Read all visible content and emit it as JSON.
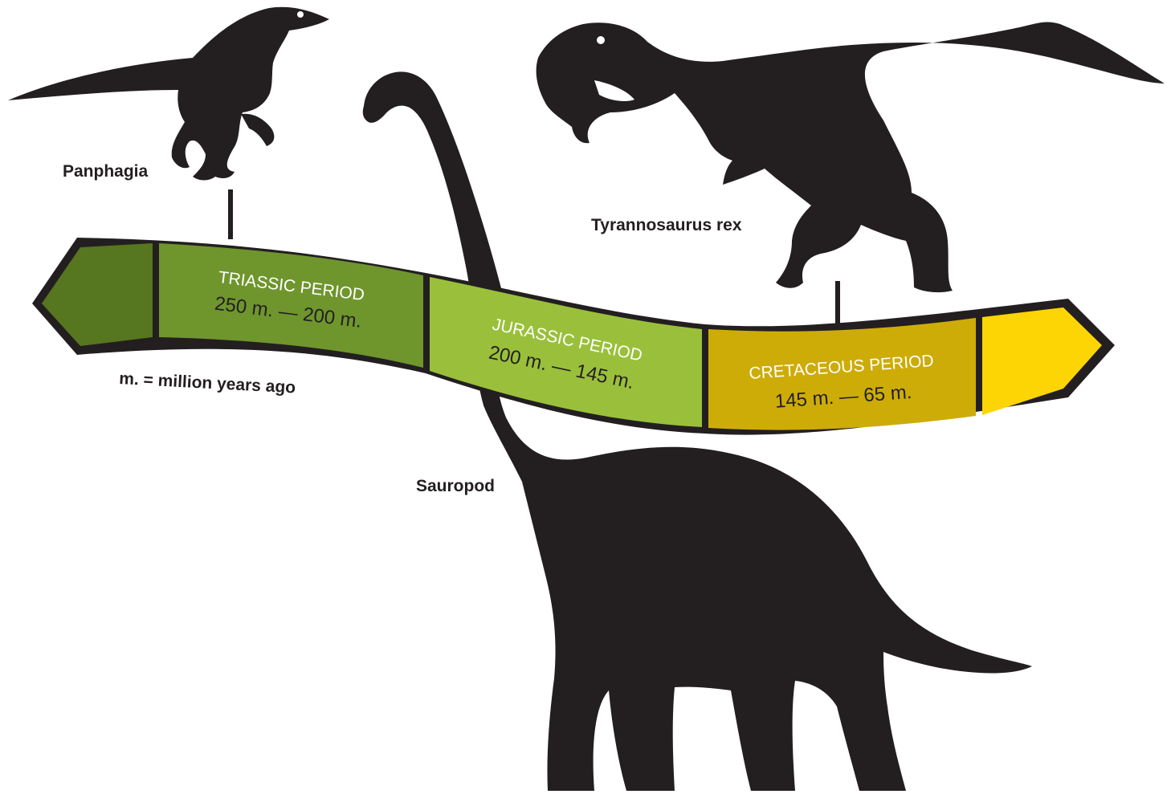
{
  "colors": {
    "silhouette": "#231f20",
    "pre_triassic": "#56761f",
    "triassic": "#6f952d",
    "jurassic": "#9ac03b",
    "cretaceous": "#cdac08",
    "post_cretaceous": "#fdd504",
    "outline": "#231f20",
    "period_name_text": "#ffffff",
    "label_text": "#231f20"
  },
  "timeline": {
    "periods": [
      {
        "name": "TRIASSIC PERIOD",
        "range": "250 m. — 200 m."
      },
      {
        "name": "JURASSIC PERIOD",
        "range": "200 m. — 145 m."
      },
      {
        "name": "CRETACEOUS PERIOD",
        "range": "145 m. — 65 m."
      }
    ],
    "legend": "m. = million years ago"
  },
  "species": [
    {
      "name": "Panphagia",
      "icon": "raptor-silhouette"
    },
    {
      "name": "Sauropod",
      "icon": "sauropod-silhouette"
    },
    {
      "name": "Tyrannosaurus rex",
      "icon": "trex-silhouette"
    }
  ]
}
